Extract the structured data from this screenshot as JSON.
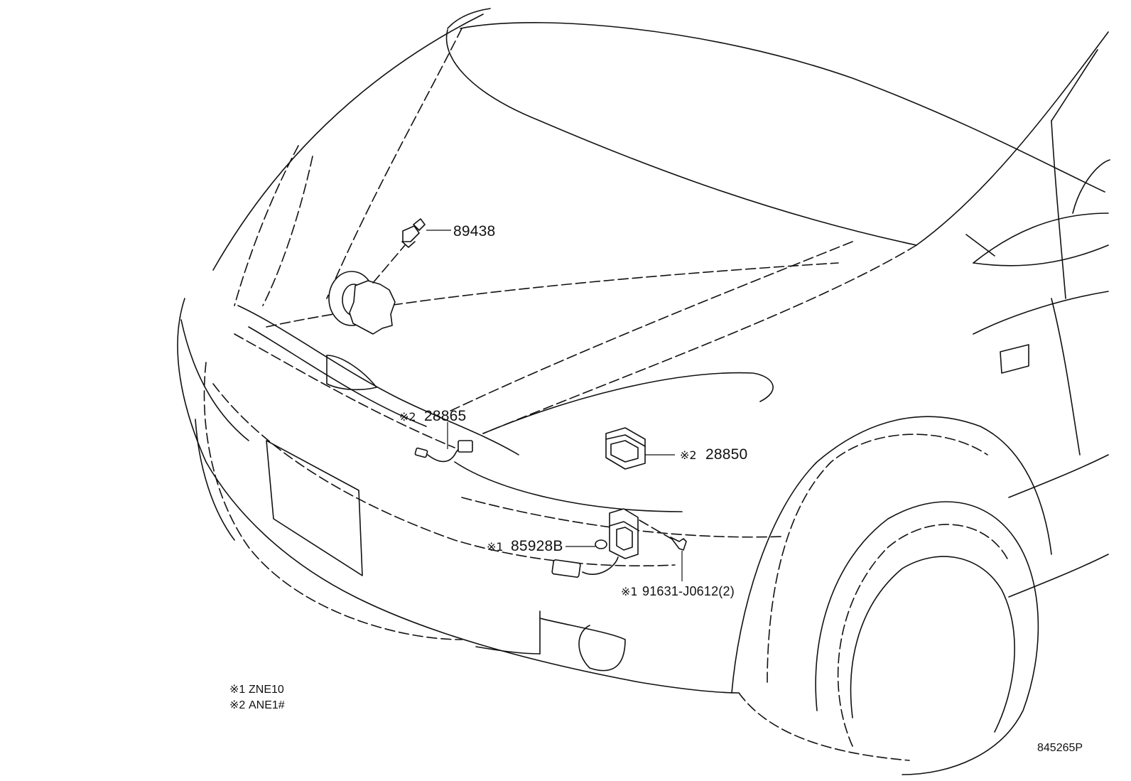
{
  "callouts": [
    {
      "id": "c1",
      "mark": "",
      "number": "89438"
    },
    {
      "id": "c2",
      "mark": "※2",
      "number": "28865"
    },
    {
      "id": "c3",
      "mark": "※2",
      "number": "28850"
    },
    {
      "id": "c4",
      "mark": "※1",
      "number": "85928B"
    },
    {
      "id": "c5",
      "mark": "※1",
      "number": "91631-J0612(2)"
    }
  ],
  "legend": [
    {
      "mark": "※1",
      "model": "ZNE10"
    },
    {
      "mark": "※2",
      "model": "ANE1#"
    }
  ],
  "diagram_code": "845265P"
}
